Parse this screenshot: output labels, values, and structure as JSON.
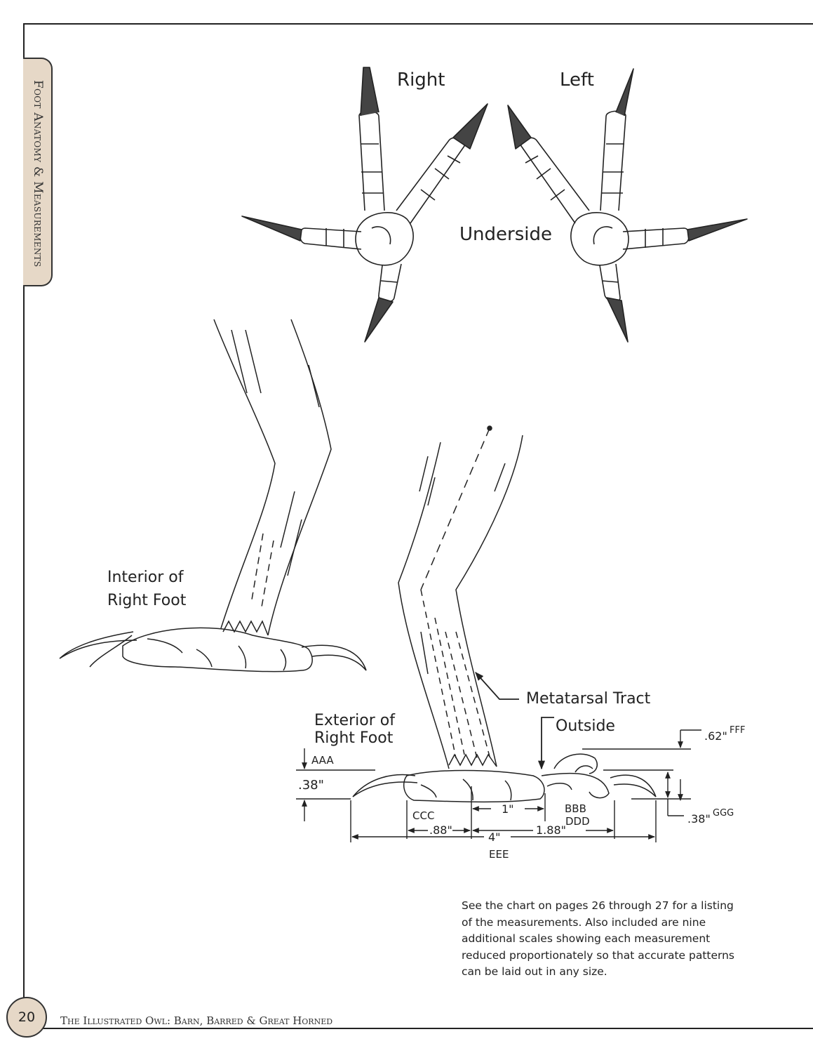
{
  "side_tab": {
    "label": "Foot Anatomy & Measurements"
  },
  "top_views": {
    "right_label": "Right",
    "left_label": "Left",
    "underside_label": "Underside"
  },
  "interior_view": {
    "label_line1": "Interior of",
    "label_line2": "Right Foot"
  },
  "exterior_view": {
    "label_line1": "Exterior of",
    "label_line2": "Right Foot",
    "metatarsal_label": "Metatarsal Tract",
    "outside_label": "Outside"
  },
  "dimensions": {
    "aaa_code": "AAA",
    "aaa_value": ".38\"",
    "ccc_code": "CCC",
    "ccc_value": ".88\"",
    "one_inch": "1\"",
    "bbb_code": "BBB",
    "ddd_code": "DDD",
    "ddd_value": "1.88\"",
    "eee_value": "4\"",
    "eee_code": "EEE",
    "fff_value": ".62\"",
    "fff_code": "FFF",
    "ggg_value": ".38\"",
    "ggg_code": "GGG"
  },
  "caption": "See the chart on pages 26 through 27 for a listing of the measurements. Also included are nine additional scales showing each measurement reduced proportionately so that accurate patterns can be laid out in any size.",
  "footer": {
    "page_number": "20",
    "book_title": "The Illustrated Owl: Barn, Barred & Great Horned"
  }
}
